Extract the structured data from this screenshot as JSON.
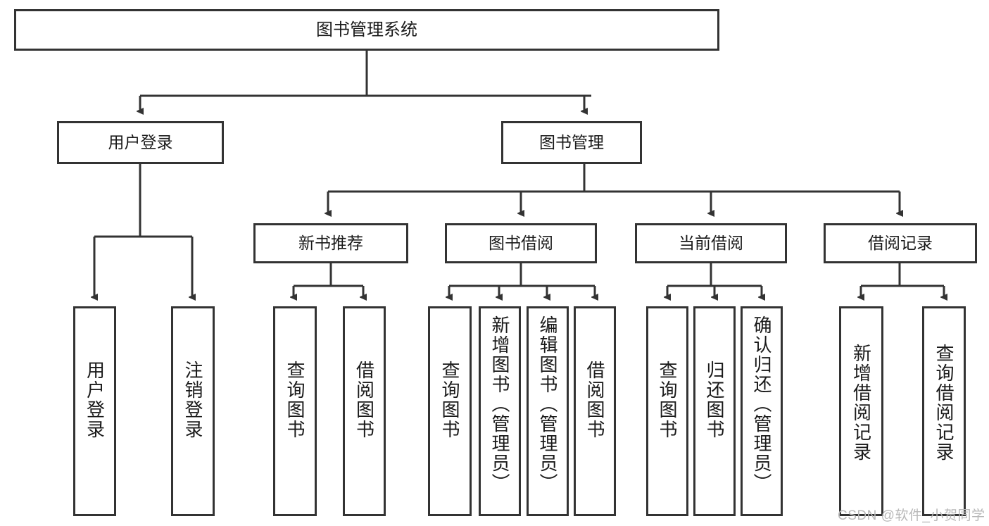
{
  "diagram": {
    "title": "图书管理系统",
    "type": "tree",
    "root": {
      "id": "root",
      "label": "图书管理系统"
    },
    "level1": [
      {
        "id": "user-login",
        "label": "用户登录"
      },
      {
        "id": "book-manage",
        "label": "图书管理"
      }
    ],
    "level2": [
      {
        "id": "new-book-recommend",
        "label": "新书推荐"
      },
      {
        "id": "book-borrow",
        "label": "图书借阅"
      },
      {
        "id": "current-borrow",
        "label": "当前借阅"
      },
      {
        "id": "borrow-record",
        "label": "借阅记录"
      }
    ],
    "leaves": {
      "user_login": [
        {
          "id": "leaf-user-login",
          "label": "用户登录"
        },
        {
          "id": "leaf-logout-login",
          "label": "注销登录"
        }
      ],
      "new_book_recommend": [
        {
          "id": "leaf-query-book-1",
          "label": "查询图书"
        },
        {
          "id": "leaf-borrow-book-1",
          "label": "借阅图书"
        }
      ],
      "book_borrow": [
        {
          "id": "leaf-query-book-2",
          "label": "查询图书"
        },
        {
          "id": "leaf-add-book",
          "label": "新增图书（管理员）"
        },
        {
          "id": "leaf-edit-book",
          "label": "编辑图书（管理员）"
        },
        {
          "id": "leaf-borrow-book-2",
          "label": "借阅图书"
        }
      ],
      "current_borrow": [
        {
          "id": "leaf-query-book-3",
          "label": "查询图书"
        },
        {
          "id": "leaf-return-book",
          "label": "归还图书"
        },
        {
          "id": "leaf-confirm-return",
          "label": "确认归还（管理员）"
        }
      ],
      "borrow_record": [
        {
          "id": "leaf-add-record",
          "label": "新增借阅记录"
        },
        {
          "id": "leaf-query-record",
          "label": "查询借阅记录"
        }
      ]
    }
  },
  "watermark": {
    "text": "CSDN @软件_小贺同学"
  },
  "colors": {
    "stroke": "#333333",
    "background": "#ffffff",
    "text": "#1a1a1a",
    "watermark": "#b8b8b8"
  }
}
